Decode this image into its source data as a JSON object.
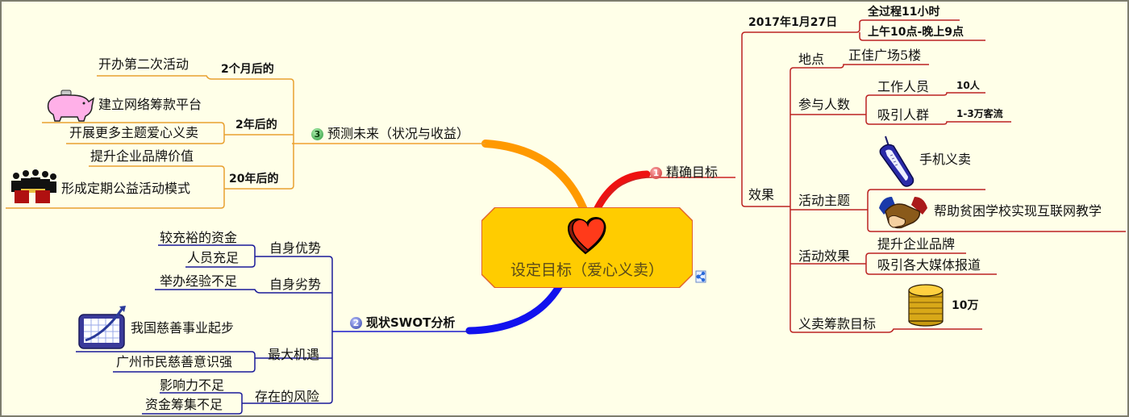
{
  "center": {
    "title": "设定目标（爱心义卖）",
    "icon": "heart-icon",
    "link_icon": "mindmap-link-icon"
  },
  "branches": {
    "goals": {
      "number": "1",
      "label": "精确目标",
      "color": "#cc0000",
      "date": {
        "label": "2017年1月27日",
        "items": [
          "全过程11小时",
          "上午10点-晚上9点"
        ]
      },
      "effect": {
        "label": "效果",
        "location": {
          "label": "地点",
          "value": "正佳广场5楼"
        },
        "participants": {
          "label": "参与人数",
          "staff": {
            "label": "工作人员",
            "value": "10人"
          },
          "crowd": {
            "label": "吸引人群",
            "value": "1-3万客流"
          }
        },
        "theme": {
          "label": "活动主题",
          "items": [
            "手机义卖",
            "帮助贫困学校实现互联网教学"
          ],
          "icons": [
            "cellphone-icon",
            "handshake-icon"
          ]
        },
        "activity_effect": {
          "label": "活动效果",
          "items": [
            "提升企业品牌",
            "吸引各大媒体报道"
          ]
        },
        "fundraising": {
          "label": "义卖筹款目标",
          "value": "10万",
          "icon": "coins-icon"
        }
      }
    },
    "swot": {
      "number": "2",
      "label": "现状SWOT分析",
      "color": "#1a1acc",
      "strengths": {
        "label": "自身优势",
        "items": [
          "较充裕的资金",
          "人员充足"
        ]
      },
      "weaknesses": {
        "label": "自身劣势",
        "items": [
          "举办经验不足"
        ]
      },
      "opportunities": {
        "label": "最大机遇",
        "items": [
          "我国慈善事业起步",
          "广州市民慈善意识强"
        ],
        "icon": "growth-chart-icon"
      },
      "threats": {
        "label": "存在的风险",
        "items": [
          "影响力不足",
          "资金筹集不足"
        ]
      }
    },
    "future": {
      "number": "3",
      "label": "预测未来（状况与收益）",
      "color": "#f0a020",
      "two_months": {
        "label": "2个月后的",
        "items": [
          "开办第二次活动"
        ]
      },
      "two_years": {
        "label": "2年后的",
        "items": [
          "建立网络筹款平台",
          "开展更多主题爱心义卖"
        ],
        "icon": "piggy-bank-icon"
      },
      "twenty_years": {
        "label": "20年后的",
        "items": [
          "提升企业品牌价值",
          "形成定期公益活动模式"
        ],
        "icon": "meeting-people-icon"
      }
    }
  }
}
